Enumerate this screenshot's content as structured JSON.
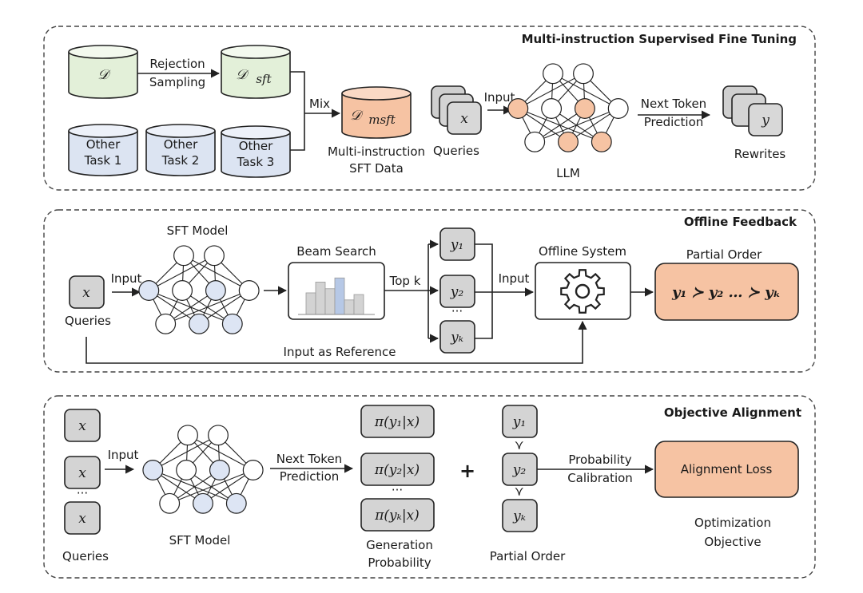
{
  "sections": {
    "msft": {
      "title": "Multi-instruction Supervised Fine Tuning",
      "datasets": {
        "d": "𝒟",
        "d_sft_base": "𝒟",
        "d_sft_sub": "sft",
        "d_msft_base": "𝒟",
        "d_msft_sub": "msft",
        "other_tasks": [
          {
            "line1": "Other",
            "line2": "Task 1"
          },
          {
            "line1": "Other",
            "line2": "Task 2"
          },
          {
            "line1": "Other",
            "line2": "Task 3"
          }
        ]
      },
      "rejection_line1": "Rejection",
      "rejection_line2": "Sampling",
      "mix_label": "Mix",
      "msft_caption_line1": "Multi-instruction",
      "msft_caption_line2": "SFT Data",
      "query_symbol": "x",
      "queries_label": "Queries",
      "input_label": "Input",
      "model_label": "LLM",
      "ntp_line1": "Next Token",
      "ntp_line2": "Prediction",
      "rewrite_symbol": "y",
      "rewrites_label": "Rewrites"
    },
    "offline": {
      "title": "Offline Feedback",
      "query_symbol": "x",
      "queries_label": "Queries",
      "input_label": "Input",
      "model_label": "SFT Model",
      "beam_label": "Beam Search",
      "topk_label": "Top k",
      "candidates": [
        "y₁",
        "y₂",
        "yₖ"
      ],
      "ellipsis": "···",
      "input2_label": "Input",
      "system_label": "Offline System",
      "partial_order_label": "Partial Order",
      "partial_order_expr": "y₁ ≻ y₂ … ≻ yₖ",
      "reference_label": "Input as Reference",
      "beam_bars": [
        0.52,
        0.78,
        0.62,
        0.88,
        0.35,
        0.48
      ],
      "beam_highlight_index": 3
    },
    "alignment": {
      "title": "Objective Alignment",
      "queries": [
        "x",
        "x",
        "x"
      ],
      "ellipsis": "···",
      "queries_label": "Queries",
      "input_label": "Input",
      "model_label": "SFT Model",
      "ntp_line1": "Next Token",
      "ntp_line2": "Prediction",
      "probs": [
        "π(y₁|x)",
        "π(y₂|x)",
        "π(yₖ|x)"
      ],
      "gen_prob_line1": "Generation",
      "gen_prob_line2": "Probability",
      "plus": "+",
      "order": [
        "y₁",
        "y₂",
        "yₖ"
      ],
      "succ": "≻",
      "partial_order_label": "Partial Order",
      "calib_line1": "Probability",
      "calib_line2": "Calibration",
      "loss_label": "Alignment Loss",
      "objective_line1": "Optimization",
      "objective_line2": "Objective"
    }
  },
  "colors": {
    "green_fill": "#e3f0d9",
    "blue_fill": "#dce4f2",
    "orange_fill": "#f6c3a3",
    "gray_fill": "#d4d4d4",
    "node_blue": "#dde5f4",
    "bar_gray": "#d3d3d3",
    "bar_blue": "#b6c8e6"
  }
}
